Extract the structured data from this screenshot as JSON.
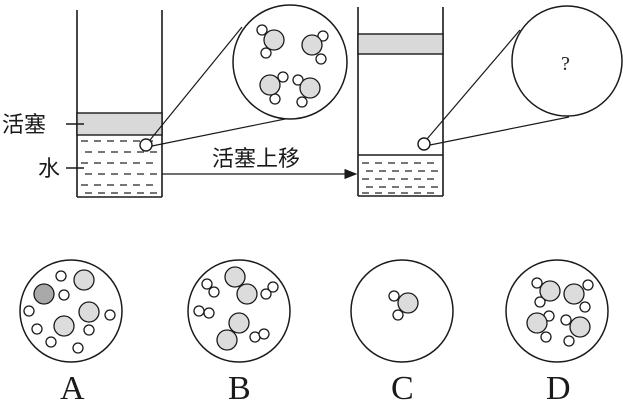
{
  "labels": {
    "piston": "活塞",
    "water": "水",
    "action": "活塞上移",
    "unknown": "?"
  },
  "options": [
    {
      "letter": "A",
      "description": "separate O and H atoms"
    },
    {
      "letter": "B",
      "description": "O2 and H2 molecules"
    },
    {
      "letter": "C",
      "description": "one water molecule"
    },
    {
      "letter": "D",
      "description": "four water molecules"
    }
  ],
  "colors": {
    "line": "#1a1a1a",
    "piston_fill": "#d9d9d9",
    "atom_large_fill": "#dcdcdc",
    "atom_dark_fill": "#a9a9a9",
    "atom_small_fill": "#ffffff"
  },
  "magnified_before": {
    "molecule": "H2O",
    "count": 4
  },
  "magnified_after": {
    "content": "?"
  }
}
